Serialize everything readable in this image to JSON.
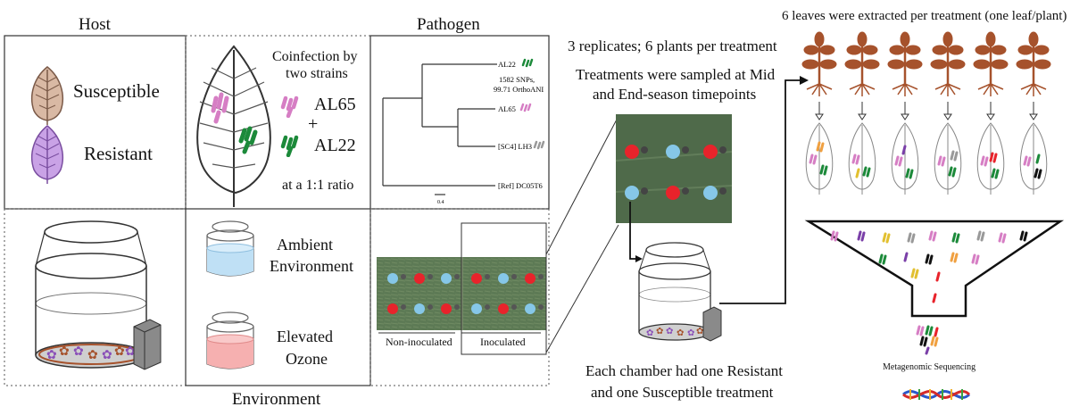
{
  "host": {
    "title": "Host",
    "susceptible": "Susceptible",
    "resistant": "Resistant"
  },
  "pathogen": {
    "title": "Pathogen",
    "coinfection_line1": "Coinfection by",
    "coinfection_line2": "two strains",
    "strain_a": "AL65",
    "plus": "+",
    "strain_b": "AL22",
    "ratio": "at a 1:1 ratio",
    "tree": {
      "al22": "AL22",
      "snps": "1582 SNPs,",
      "orthoani": "99.71 OrthoANI",
      "al65": "AL65",
      "sc4": "[SC4] LH3",
      "ref": "[Ref] DC05T6",
      "scale": "0.4"
    }
  },
  "environment": {
    "title": "Environment",
    "ambient_line1": "Ambient",
    "ambient_line2": "Environment",
    "ozone_line1": "Elevated",
    "ozone_line2": "Ozone"
  },
  "field": {
    "non_inoculated": "Non-inoculated",
    "inoculated": "Inoculated"
  },
  "design": {
    "replicates": "3 replicates; 6 plants per treatment",
    "sampled_line1": "Treatments were sampled at Mid",
    "sampled_line2": "and End-season timepoints",
    "chamber_line1": "Each chamber had one Resistant",
    "chamber_line2": "and one Susceptible treatment"
  },
  "extraction": {
    "title": "6 leaves were extracted per treatment (one leaf/plant)",
    "sequencing": "Metagenomic Sequencing"
  },
  "colors": {
    "susceptible_leaf": "#d9b9a4",
    "resistant_leaf": "#c9a2e6",
    "strain_al65": "#d67ec4",
    "strain_al22": "#1c8a3a",
    "plant": "#a6522c",
    "ambient_fill": "#bfe0f5",
    "ozone_fill": "#f6b0b0",
    "plot_red": "#e8232b",
    "plot_blue": "#86c7e8",
    "grass": "#5d7a55"
  }
}
